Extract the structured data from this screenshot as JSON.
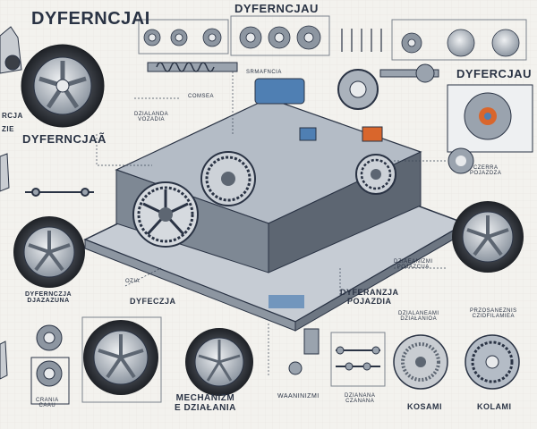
{
  "titles": {
    "top_left": "DYFERNCJAI",
    "top_center": "DYFERNCJAU",
    "top_right": "DYFERCJAU",
    "left_mid": "DYFERNCJAÃ",
    "left_side": "RCJA",
    "left_side_b": "ZIE"
  },
  "labels": {
    "l_small_1": "SRMAFNCIA",
    "l_small_2": "COMSEA",
    "l_small_3": "DZIALANDA\nVOZADIA",
    "r_small_1": "CZERRA\nPOJAZDZA",
    "center_1": "DYFERANZJA\nPOJAZDIA",
    "center_2": "DZIAEANIZMI\nPOJAZCUA",
    "dyfeczja": "DYFECZJA",
    "ozia": "OZIA",
    "left_dyfer": "DYFERNCZJA\nDJAZAZUNA",
    "mechanizm": "MECHANIZM\nE DZIAŁANIA",
    "waaninizmi": "WAANINIZMI",
    "kosami": "KOSAMI",
    "kolami": "KOLAMI",
    "bl_small": "CRANIA\nCAAU",
    "br_small_1": "DZIALANEAMI\nDZIAŁANIOA",
    "br_small_2": "PRZOSANEZNIS\nCZIDFILAMIEA",
    "lower_small": "DZIANANA\nCZANANA"
  },
  "colors": {
    "ink": "#2a3344",
    "line": "#3a4556",
    "steel": "#9aa3ae",
    "steel_dark": "#5d6672",
    "blue": "#4f7fb3",
    "orange": "#d9662c",
    "bg": "#f3f2ee"
  }
}
